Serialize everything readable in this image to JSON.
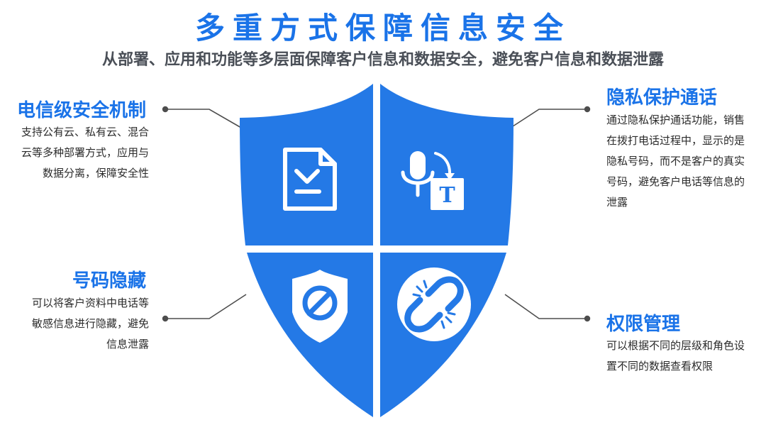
{
  "header": {
    "title": "多重方式保障信息安全",
    "subtitle": "从部署、应用和功能等多层面保障客户信息和数据安全，避免客户信息和数据泄露"
  },
  "features": {
    "security": {
      "title": "电信级安全机制",
      "lines": [
        "支持公有云、私有云、混合",
        "云等多种部署方式，应用与",
        "数据分离，保障安全性"
      ]
    },
    "privacy_call": {
      "title": "隐私保护通话",
      "lines": [
        "通过隐私保护通话功能，销售",
        "在拨打电话过程中，显示的是",
        "隐私号码，而不是客户的真实",
        "号码，避免客户电话等信息的",
        "泄露"
      ]
    },
    "number_hide": {
      "title": "号码隐藏",
      "lines": [
        "可以将客户资料中电话等",
        "敏感信息进行隐藏，避免",
        "信息泄露"
      ]
    },
    "permission": {
      "title": "权限管理",
      "lines": [
        "可以根据不同的层级和角色设",
        "置不同的数据查看权限"
      ]
    }
  },
  "icons": {
    "q1": "document-download-icon",
    "q2": "microphone-text-icon",
    "q3": "shield-block-icon",
    "q4": "broken-link-icon"
  },
  "colors": {
    "accent": "#1a73e8",
    "shield": "#2479e6",
    "text": "#2b2b2b",
    "subtitle": "#4a4f57",
    "connector": "#4d4d4d"
  }
}
